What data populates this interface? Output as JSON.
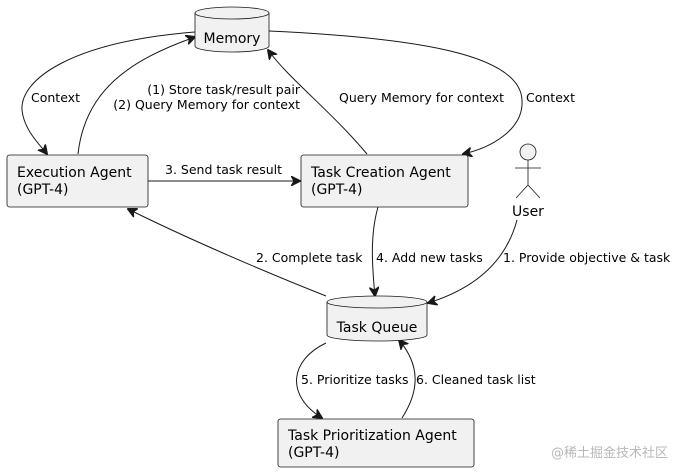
{
  "nodes": {
    "memory": {
      "label": "Memory"
    },
    "execution_agent": {
      "line1": "Execution Agent",
      "line2": "(GPT-4)"
    },
    "task_creation_agent": {
      "line1": "Task Creation Agent",
      "line2": "(GPT-4)"
    },
    "user": {
      "label": "User"
    },
    "task_queue": {
      "label": "Task Queue"
    },
    "task_prioritization_agent": {
      "line1": "Task Prioritization Agent",
      "line2": "(GPT-4)"
    }
  },
  "edges": {
    "memory_to_execution": "Context",
    "execution_to_memory_line1": "(1) Store task/result pair",
    "execution_to_memory_line2": "(2) Query Memory for context",
    "creation_to_memory": "Query Memory for context",
    "memory_to_creation": "Context",
    "execution_to_creation": "3. Send task result",
    "queue_to_execution": "2. Complete task",
    "creation_to_queue": "4. Add new tasks",
    "user_to_queue": "1. Provide objective & task",
    "queue_to_prioritization": "5. Prioritize tasks",
    "prioritization_to_queue": "6. Cleaned task list"
  },
  "watermark": "@稀土掘金技术社区"
}
